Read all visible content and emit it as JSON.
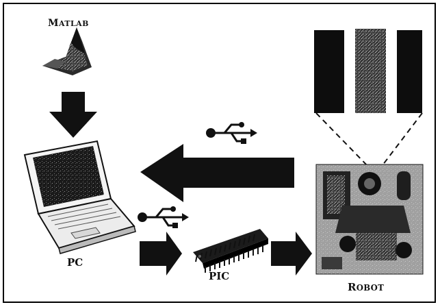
{
  "labels": {
    "matlab": {
      "first": "M",
      "rest": "ATLAB"
    },
    "pc": "PC",
    "pic": "PIC",
    "robot": {
      "first": "R",
      "rest": "OBOT"
    }
  },
  "icons": [
    "matlab-logo-icon",
    "laptop-icon",
    "usb-icon",
    "usb-icon",
    "pic-chip-icon",
    "robot-icon",
    "barcode-pattern-icon"
  ],
  "colors": {
    "ink": "#111111",
    "border": "#000000",
    "background": "#ffffff"
  }
}
